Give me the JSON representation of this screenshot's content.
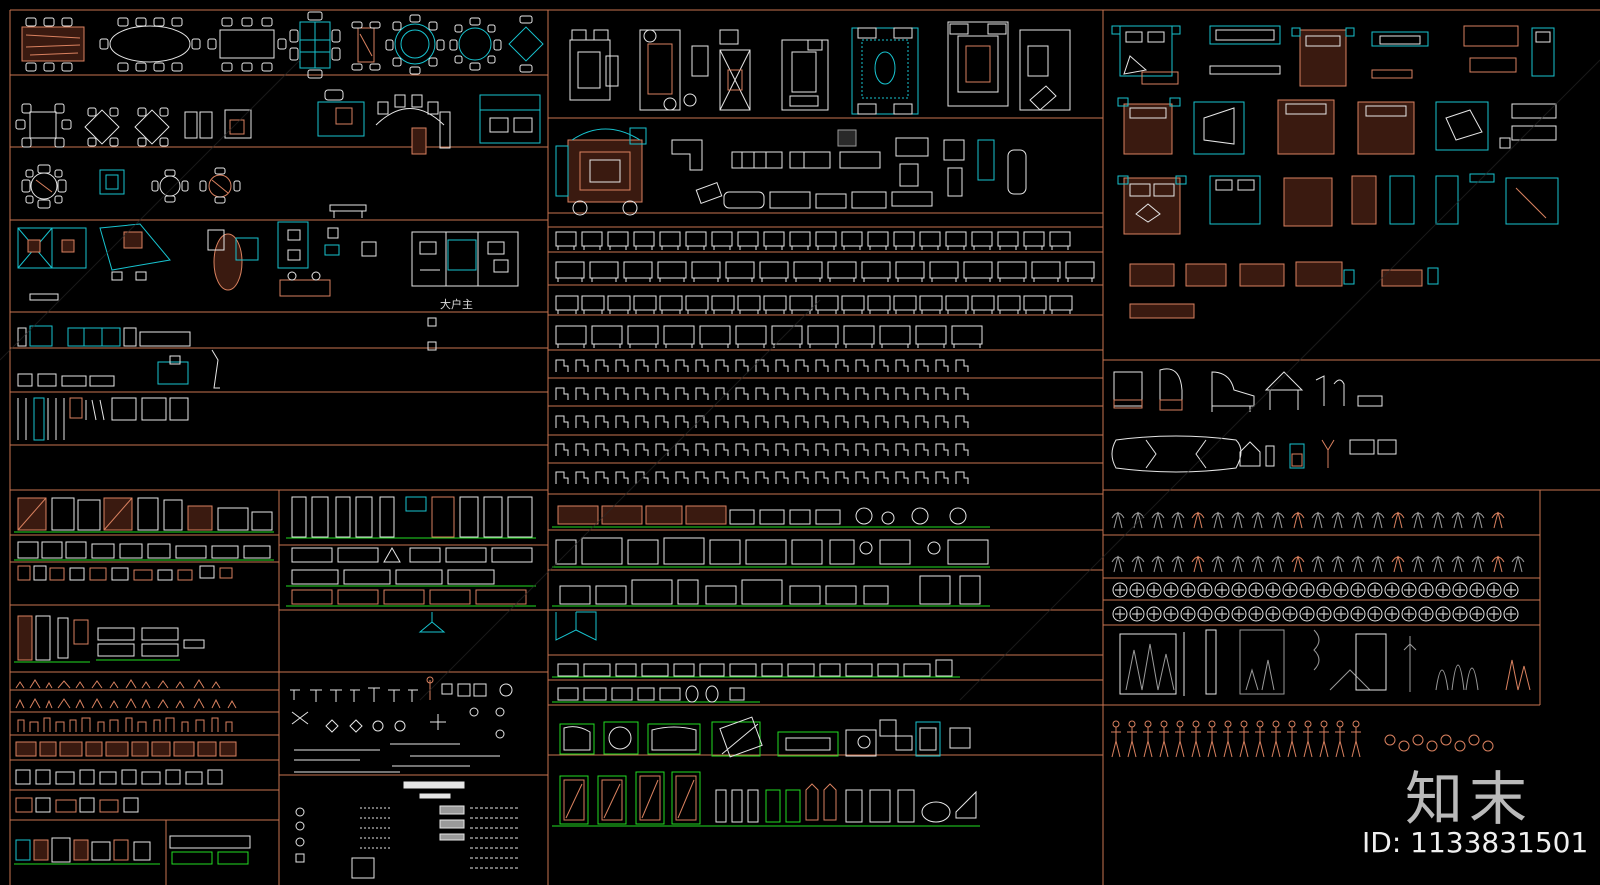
{
  "colors": {
    "background": "#000000",
    "frame_line": "#c8734f",
    "cyan": "#17c3cf",
    "white": "#e6e6e6",
    "orange": "#d9815f",
    "green": "#22dd22",
    "grey": "#9a9a9a"
  },
  "labels": {
    "room_label": "大户主",
    "logo": "知末",
    "id_text": "ID: 1133831501"
  }
}
